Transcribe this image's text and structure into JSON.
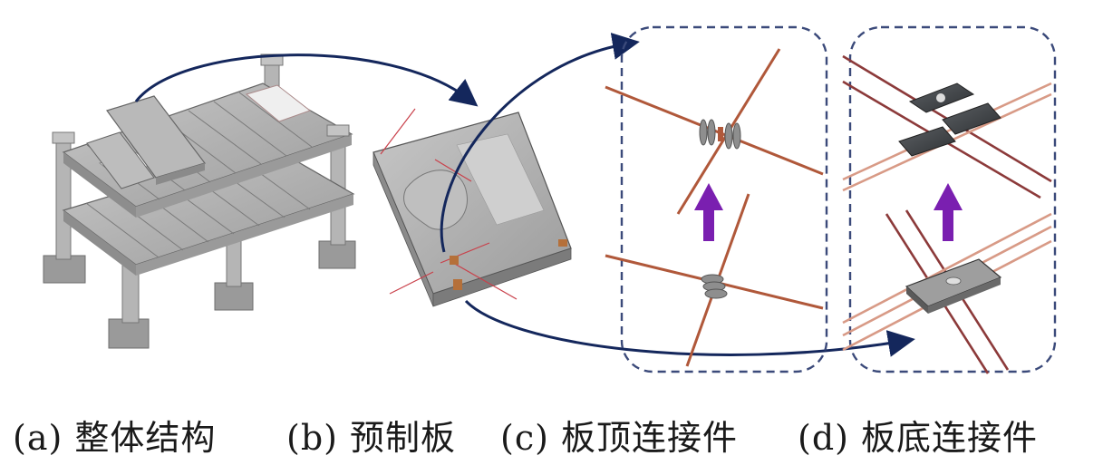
{
  "captions": {
    "a": "(a) 整体结构",
    "b": "(b) 预制板",
    "c": "(c) 板顶连接件",
    "d": "(d) 板底连接件"
  },
  "colors": {
    "arrow_navy": "#14275c",
    "panel_border": "#3b4a7a",
    "rebar": "#b0583a",
    "rebar_light": "#d89a86",
    "upgrade_arrow": "#7a1fb0",
    "concrete": "#a9a9a9",
    "concrete_dark": "#7e7e7e"
  },
  "icons": [
    "curved-flow-arrow",
    "upgrade-arrow"
  ]
}
